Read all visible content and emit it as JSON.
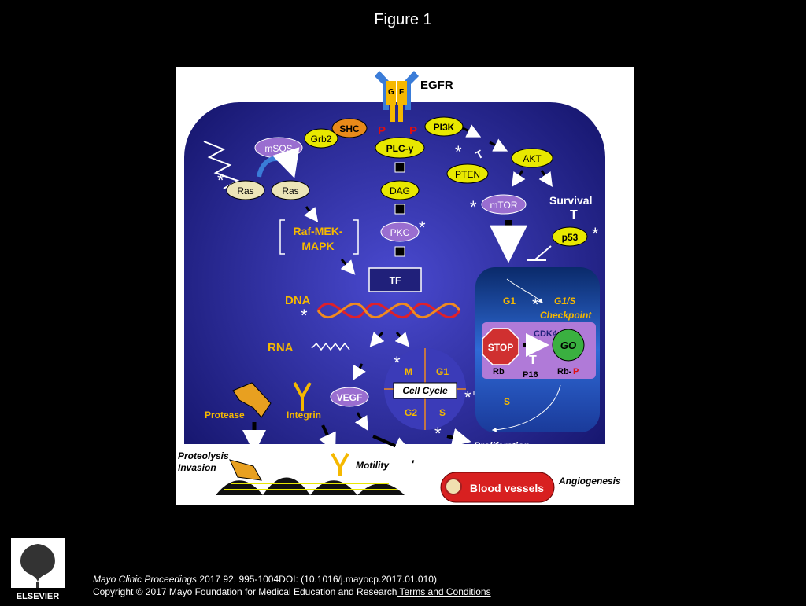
{
  "slide_title": "Figure 1",
  "citation": {
    "journal": "Mayo Clinic Proceedings",
    "details": " 2017 92, 995-1004DOI: (10.1016/j.mayocp.2017.01.010)",
    "copyright": "Copyright © 2017 Mayo Foundation for Medical Education and Research",
    "terms_link": " Terms and Conditions"
  },
  "publisher": "ELSEVIER",
  "diagram": {
    "receptor": "EGFR",
    "receptor_parts": [
      "G",
      "F"
    ],
    "phospho": "P",
    "adaptors": [
      "SHC",
      "Grb2",
      "mSOS",
      "Ras",
      "Ras"
    ],
    "pi3k": "PI3K",
    "plc": "PLC-γ",
    "dag": "DAG",
    "pkc": "PKC",
    "raf": [
      "Raf-MEK-",
      "MAPK"
    ],
    "tf": "TF",
    "dna": "DNA",
    "rna": "RNA",
    "pten": "PTEN",
    "akt": "AKT",
    "mtor": "mTOR",
    "survival": "Survival",
    "inhibit": "T",
    "p53": "p53",
    "asterisk": "*",
    "checkpoint": {
      "g1": "G1",
      "title": [
        "G1/S",
        "Checkpoint"
      ],
      "stop": "STOP",
      "go": "GO",
      "cdk4": "CDK4",
      "rb": "Rb",
      "rbp": "Rb-",
      "p": "P",
      "p16": "P16",
      "s": "S"
    },
    "cell_cycle": {
      "label": "Cell Cycle",
      "m": "M",
      "g1": "G1",
      "g2": "G2",
      "s": "S"
    },
    "vegf": "VEGF",
    "protease": "Protease",
    "integrin": "Integrin",
    "proteolysis": [
      "Proteolysis",
      "Invasion"
    ],
    "motility": "Motility",
    "proliferation": "Proliferation",
    "blood_vessels": "Blood vessels",
    "angiogenesis": "Angiogenesis"
  }
}
